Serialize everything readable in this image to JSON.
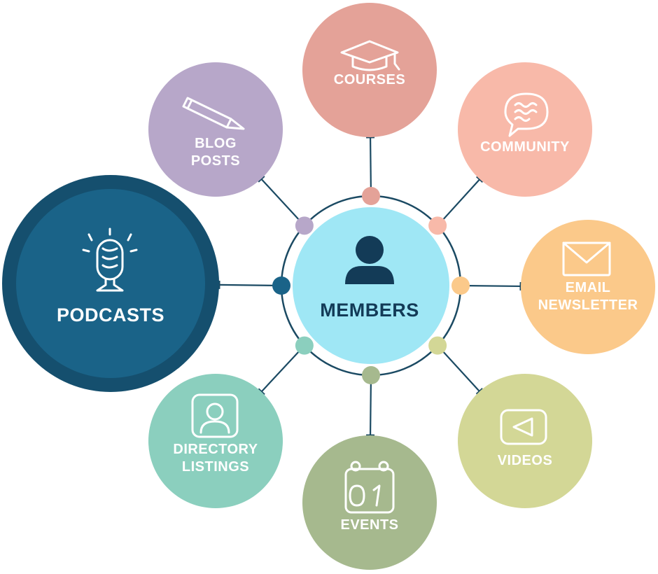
{
  "center": {
    "label": "MEMBERS",
    "icon": "person-icon",
    "color": "#9fe7f5",
    "text_color": "#133b57"
  },
  "ring_color": "#1b4a63",
  "nodes": [
    {
      "id": "courses",
      "lines": [
        "COURSES"
      ],
      "icon": "graduation-cap-icon",
      "color": "#e4a298"
    },
    {
      "id": "community",
      "lines": [
        "COMMUNITY"
      ],
      "icon": "speech-bubble-icon",
      "color": "#f8b9a9"
    },
    {
      "id": "email-newsletter",
      "lines": [
        "EMAIL",
        "NEWSLETTER"
      ],
      "icon": "envelope-icon",
      "color": "#fbc98a"
    },
    {
      "id": "videos",
      "lines": [
        "VIDEOS"
      ],
      "icon": "play-icon",
      "color": "#d3d796"
    },
    {
      "id": "events",
      "lines": [
        "EVENTS"
      ],
      "icon": "calendar-icon",
      "color": "#a6b98e"
    },
    {
      "id": "directory-listings",
      "lines": [
        "DIRECTORY",
        "LISTINGS"
      ],
      "icon": "profile-card-icon",
      "color": "#8bcfbe"
    },
    {
      "id": "podcasts",
      "lines": [
        "PODCASTS"
      ],
      "icon": "microphone-icon",
      "color": "#1a6388",
      "border": "#154f6e"
    },
    {
      "id": "blog-posts",
      "lines": [
        "BLOG",
        "POSTS"
      ],
      "icon": "pencil-icon",
      "color": "#b7a7c9"
    }
  ]
}
